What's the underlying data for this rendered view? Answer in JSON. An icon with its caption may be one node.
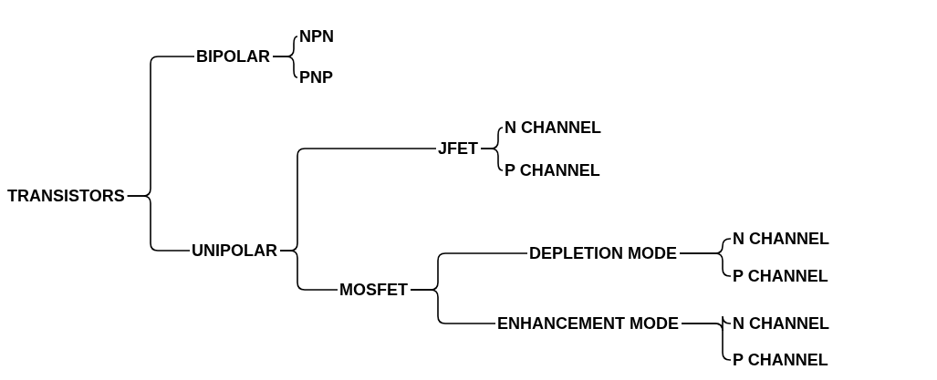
{
  "diagram": {
    "nodes": [
      {
        "text": [
          "TRANSISTORS"
        ]
      },
      {
        "text": [
          "BIPOLAR"
        ]
      },
      {
        "text": [
          "NPN"
        ]
      },
      {
        "text": [
          "PNP"
        ]
      },
      {
        "text": [
          "UNIPOLAR"
        ]
      },
      {
        "text": [
          "JFET"
        ]
      },
      {
        "text": [
          "N CHANNEL"
        ]
      },
      {
        "text": [
          "P CHANNEL"
        ]
      },
      {
        "text": [
          "MOSFET"
        ]
      },
      {
        "text": [
          "DEPLETION MODE"
        ]
      },
      {
        "text": [
          "N CHANNEL"
        ]
      },
      {
        "text": [
          "P CHANNEL"
        ]
      },
      {
        "text": [
          "ENHANCEMENT MODE"
        ]
      },
      {
        "text": [
          "N CHANNEL"
        ]
      },
      {
        "text": [
          "P CHANNEL"
        ]
      }
    ],
    "edges": [
      {
        "from": 0,
        "to": 1,
        "arrow": "none"
      },
      {
        "from": 0,
        "to": 4,
        "arrow": "none"
      },
      {
        "from": 1,
        "to": 2,
        "arrow": "none"
      },
      {
        "from": 1,
        "to": 3,
        "arrow": "none"
      },
      {
        "from": 4,
        "to": 5,
        "arrow": "none"
      },
      {
        "from": 4,
        "to": 8,
        "arrow": "none"
      },
      {
        "from": 5,
        "to": 6,
        "arrow": "none"
      },
      {
        "from": 5,
        "to": 7,
        "arrow": "none"
      },
      {
        "from": 8,
        "to": 9,
        "arrow": "none"
      },
      {
        "from": 8,
        "to": 12,
        "arrow": "none"
      },
      {
        "from": 9,
        "to": 10,
        "arrow": "none"
      },
      {
        "from": 9,
        "to": 11,
        "arrow": "none"
      },
      {
        "from": 12,
        "to": 13,
        "arrow": "none"
      },
      {
        "from": 12,
        "to": 14,
        "arrow": "none"
      }
    ]
  }
}
